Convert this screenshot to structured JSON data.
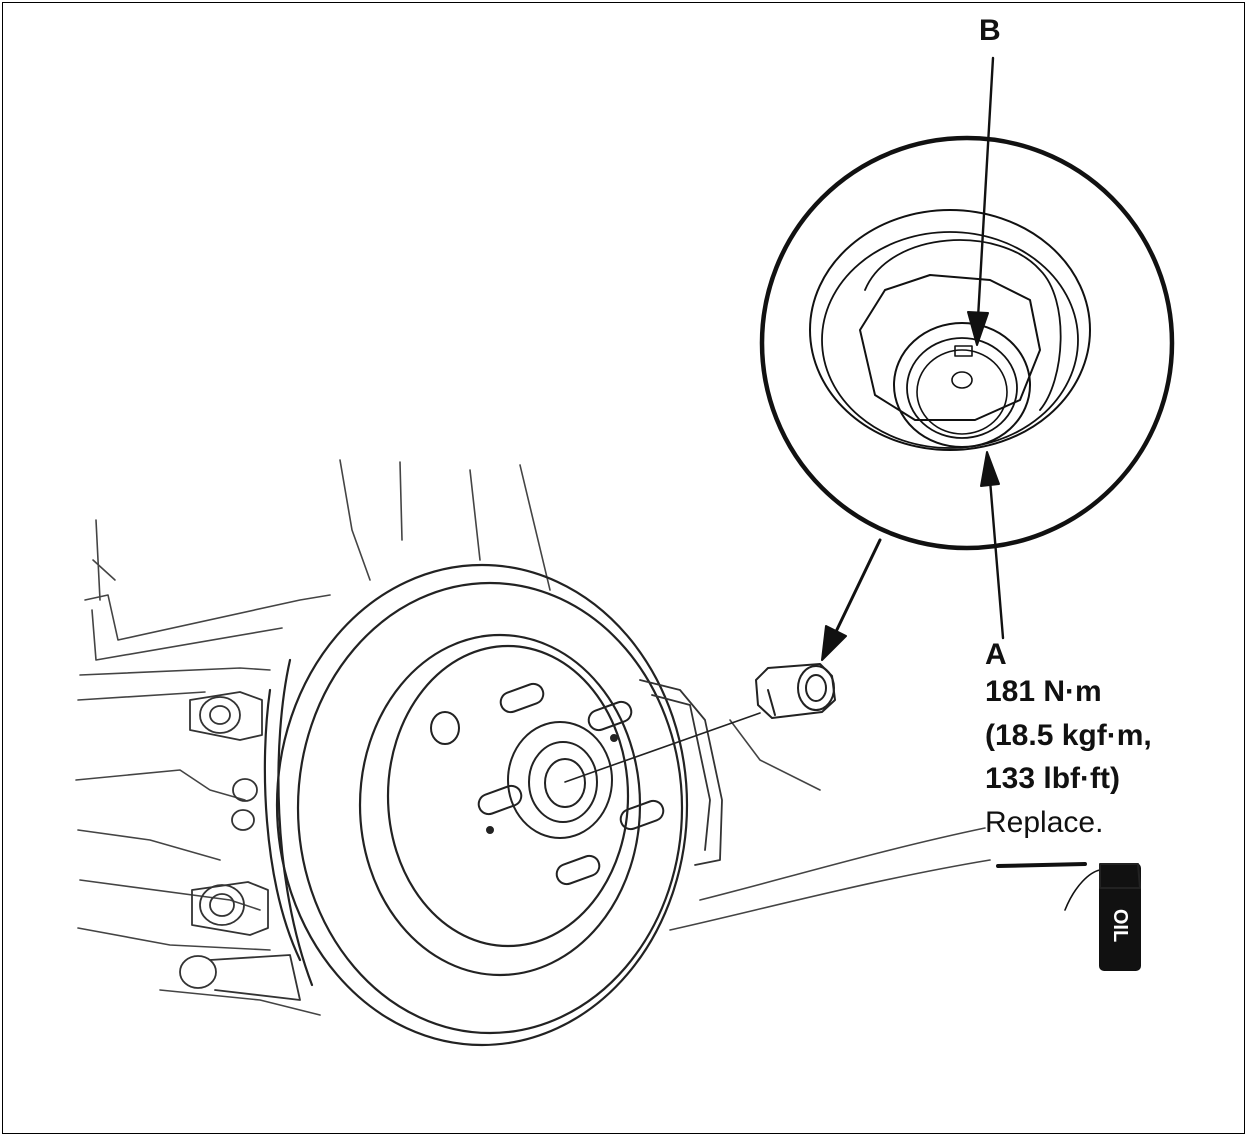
{
  "callouts": {
    "b_label": "B",
    "a_label": "A"
  },
  "spec": {
    "torque_nm": "181 N·m",
    "torque_kgfm": "(18.5 kgf·m,",
    "torque_lbfft": "133 lbf·ft)",
    "note": "Replace."
  },
  "oil_symbol": {
    "text": "OIL"
  }
}
